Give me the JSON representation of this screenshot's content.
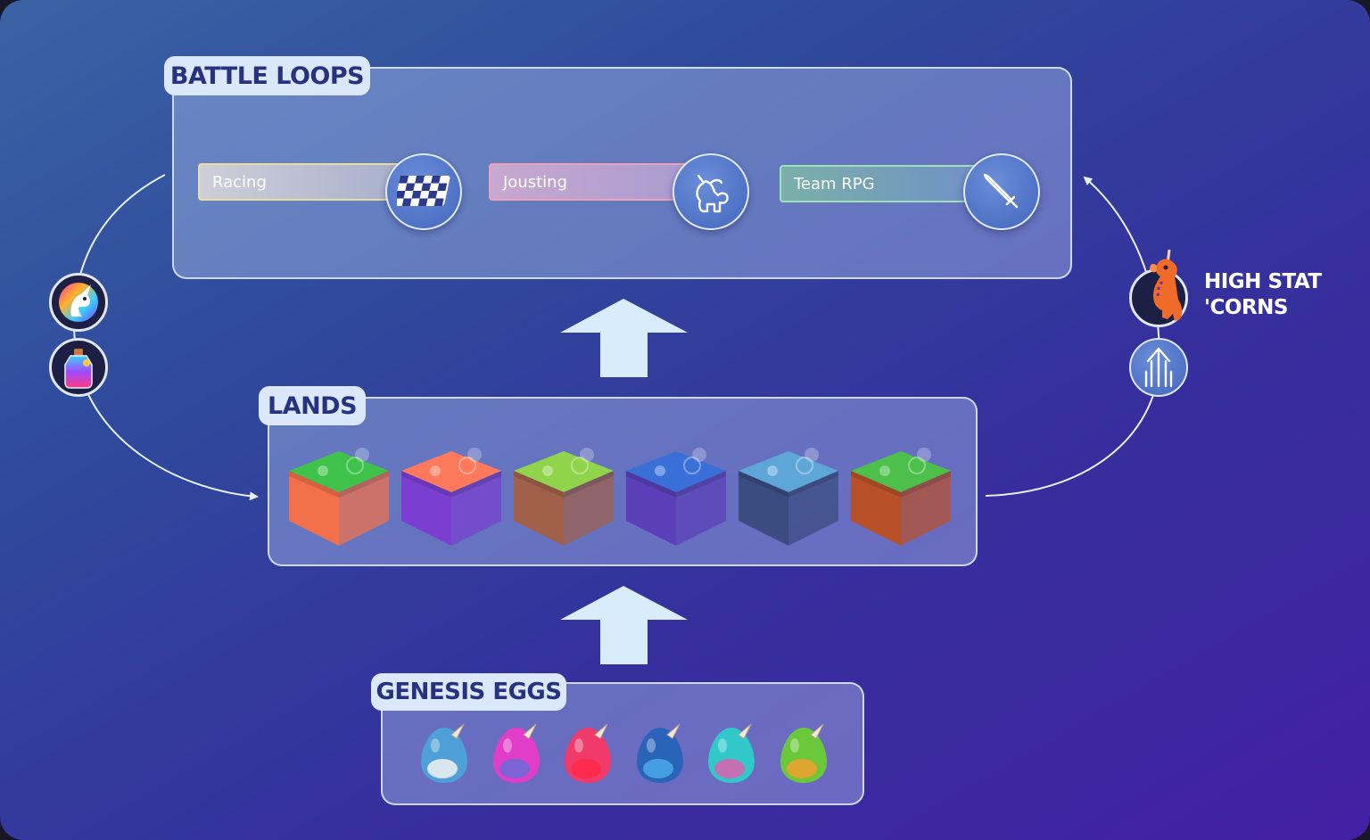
{
  "battle_loops": {
    "title": "BATTLE LOOPS",
    "modes": [
      {
        "label": "Racing",
        "icon": "checkered-flag-icon",
        "color": "#e8dca0"
      },
      {
        "label": "Jousting",
        "icon": "unicorn-icon",
        "color": "#f0a0b8"
      },
      {
        "label": "Team RPG",
        "icon": "sword-icon",
        "color": "#a0e0b8"
      }
    ]
  },
  "lands": {
    "title": "LANDS",
    "tiles": [
      {
        "icon": "rainbow-land-icon",
        "top": "#3ec24a",
        "side": "#f2704a"
      },
      {
        "icon": "heart-land-icon",
        "top": "#ff7a5c",
        "side": "#7a3fd0"
      },
      {
        "icon": "meadow-land-icon",
        "top": "#8fd44a",
        "side": "#a0604a"
      },
      {
        "icon": "crystal-land-icon",
        "top": "#3a6fd8",
        "side": "#5b3fb8"
      },
      {
        "icon": "moon-land-icon",
        "top": "#5fa6d8",
        "side": "#3a4c80"
      },
      {
        "icon": "jungle-land-icon",
        "top": "#4cc04a",
        "side": "#b8502a"
      }
    ]
  },
  "genesis_eggs": {
    "title": "GENESIS EGGS",
    "eggs": [
      {
        "icon": "blue-egg-icon",
        "base": "#4f9fd8",
        "spot": "#f2f2f2"
      },
      {
        "icon": "purple-egg-icon",
        "base": "#e03ec8",
        "spot": "#6a6ad8"
      },
      {
        "icon": "red-egg-icon",
        "base": "#f03a6a",
        "spot": "#ff2a4a"
      },
      {
        "icon": "navy-egg-icon",
        "base": "#2a64b8",
        "spot": "#4aa8e8"
      },
      {
        "icon": "teal-egg-icon",
        "base": "#30c8c8",
        "spot": "#e060b0"
      },
      {
        "icon": "green-egg-icon",
        "base": "#6ac83a",
        "spot": "#f0a030"
      }
    ]
  },
  "outputs": {
    "title_line1": "HIGH STAT",
    "title_line2": "'CORNS"
  },
  "colors": {
    "accent": "#dbe8fb",
    "tag_text": "#27337f",
    "arrow": "#d9ecfb"
  }
}
